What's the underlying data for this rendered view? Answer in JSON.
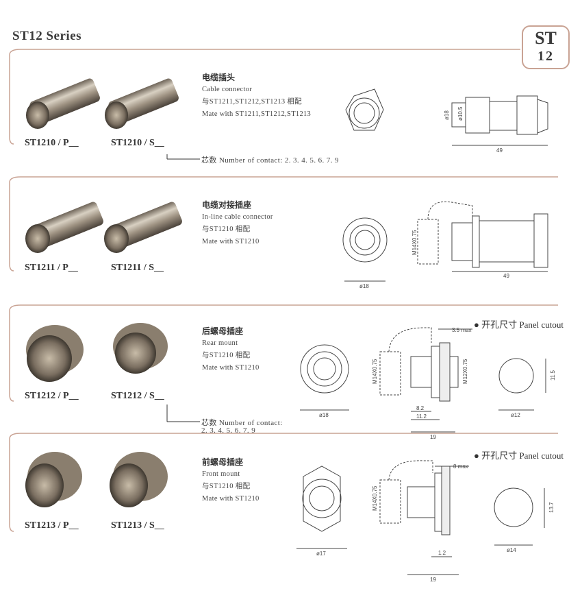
{
  "title": "ST12 Series",
  "badge": {
    "line1": "ST",
    "line2": "12"
  },
  "sections": [
    {
      "cn": "电缆插头",
      "en": "Cable connector",
      "mate_cn": "与ST1211,ST1212,ST1213 相配",
      "mate_en": "Mate with ST1211,ST1212,ST1213",
      "model_p": "ST1210 / P__",
      "model_s": "ST1210 / S__",
      "contacts": "芯数 Number of contact: 2. 3. 4. 5. 6. 7. 9",
      "dims": {
        "d_outer": "ø18",
        "d_inner": "ø10.5",
        "length": "49"
      }
    },
    {
      "cn": "电缆对接插座",
      "en": "In-line cable connector",
      "mate_cn": "与ST1210 相配",
      "mate_en": "Mate with ST1210",
      "model_p": "ST1211 / P__",
      "model_s": "ST1211 / S__",
      "dims": {
        "front_d": "ø18",
        "thread": "M14X0.75",
        "length": "49"
      }
    },
    {
      "cn": "后螺母插座",
      "en": "Rear mount",
      "mate_cn": "与ST1210 相配",
      "mate_en": "Mate with ST1210",
      "model_p": "ST1212 / P__",
      "model_s": "ST1212 / S__",
      "contacts_line1": "芯数 Number of contact:",
      "contacts_line2": "2. 3. 4. 5. 6. 7. 9",
      "cutout": "● 开孔尺寸 Panel cutout",
      "dims": {
        "front_d": "ø18",
        "thread1": "M14X0.75",
        "thread2": "M12X0.75",
        "max": "3.5 max",
        "a": "8.2",
        "b": "11.2",
        "length": "19",
        "cut_d": "ø12",
        "cut_h": "11.5"
      }
    },
    {
      "cn": "前螺母插座",
      "en": "Front mount",
      "mate_cn": "与ST1210 相配",
      "mate_en": "Mate with ST1210",
      "model_p": "ST1213 / P__",
      "model_s": "ST1213 / S__",
      "cutout": "● 开孔尺寸 Panel cutout",
      "dims": {
        "front_d": "ø17",
        "thread1": "M14X0.75",
        "max": "8 max",
        "a": "1.2",
        "length": "19",
        "cut_d": "ø14",
        "cut_h": "13.7"
      }
    }
  ]
}
